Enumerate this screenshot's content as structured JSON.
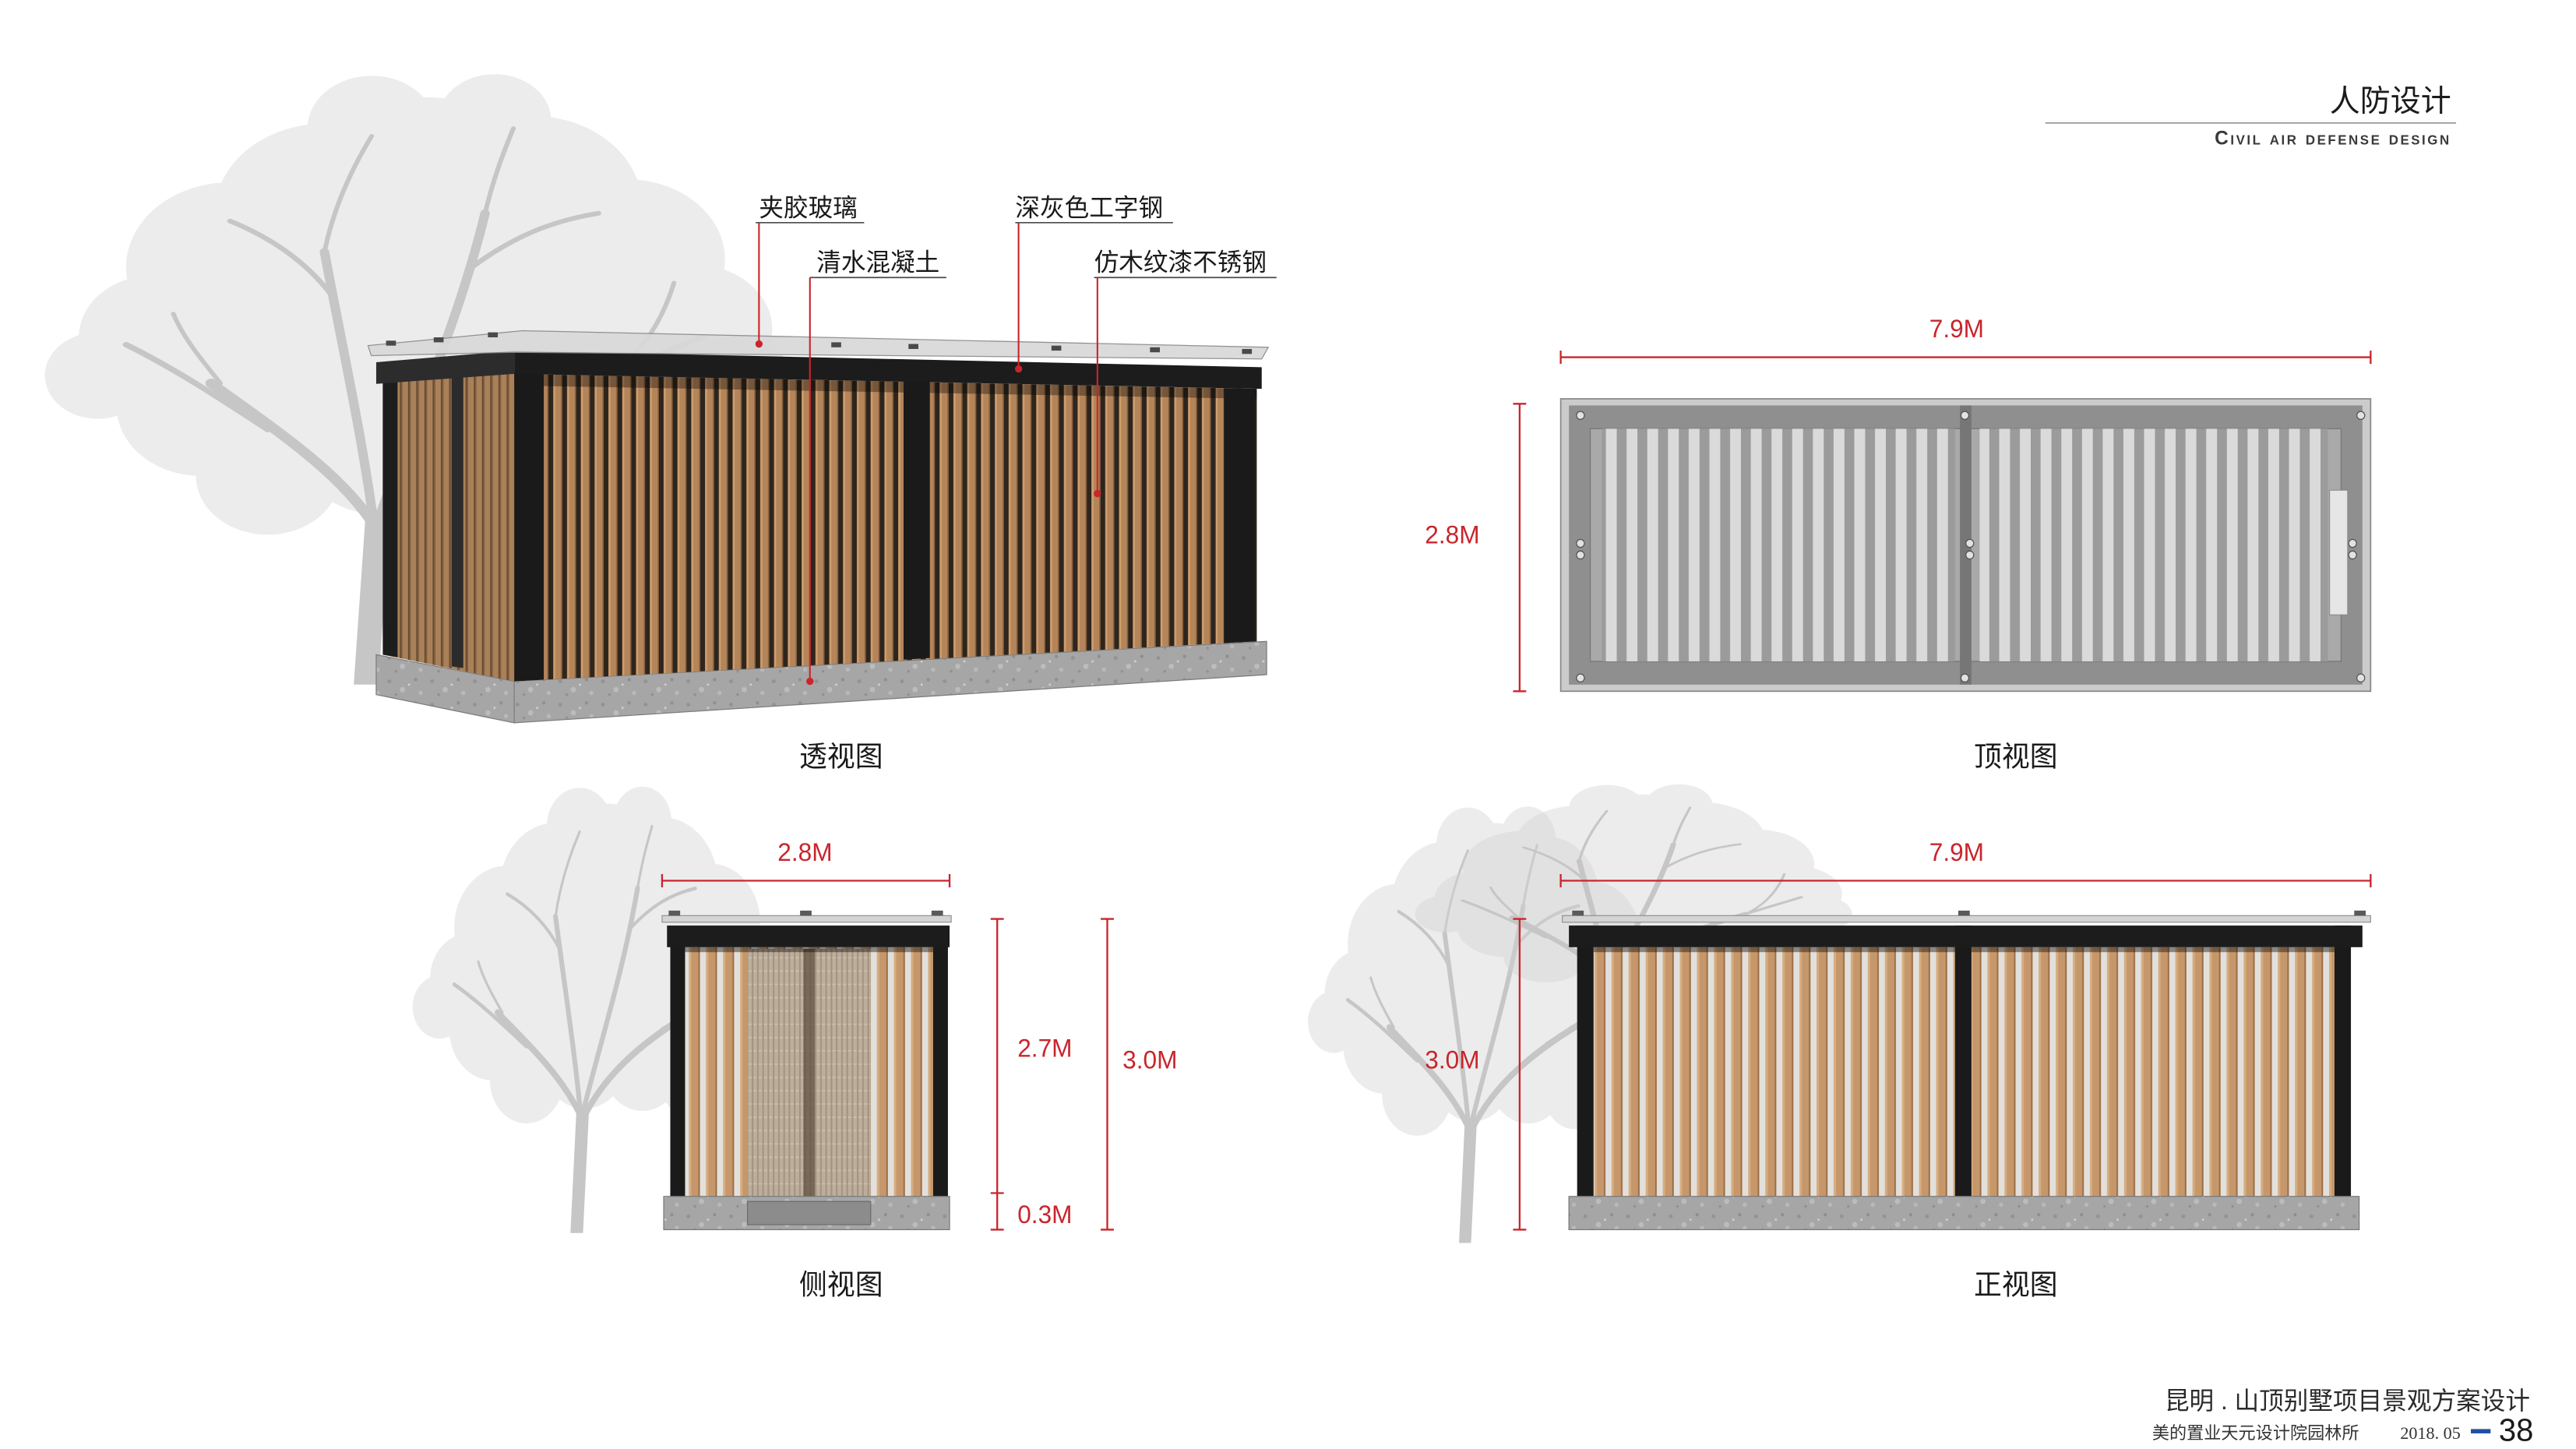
{
  "header": {
    "title": "人防设计",
    "subtitle": "Civil air defense design"
  },
  "perspective_view": {
    "label": "透视图",
    "annotations": {
      "laminated_glass": "夹胶玻璃",
      "fair_faced_concrete": "清水混凝土",
      "dark_grey_i_beam": "深灰色工字钢",
      "wood_grain_stainless_steel": "仿木纹漆不锈钢"
    }
  },
  "top_view": {
    "label": "顶视图",
    "width_dim": "7.9M",
    "depth_dim": "2.8M"
  },
  "side_view": {
    "label": "侧视图",
    "width_dim": "2.8M",
    "wall_height_dim": "2.7M",
    "base_height_dim": "0.3M",
    "total_height_dim": "3.0M"
  },
  "front_view": {
    "label": "正视图",
    "width_dim": "7.9M",
    "total_height_dim": "3.0M"
  },
  "footer": {
    "project": "昆明 . 山顶别墅项目景观方案设计",
    "organization": "美的置业天元设计院园林所",
    "date": "2018. 05",
    "page_number": "38"
  },
  "colors": {
    "dimension_red": "#c9252c",
    "page_number_blue": "#1f4fa3"
  }
}
